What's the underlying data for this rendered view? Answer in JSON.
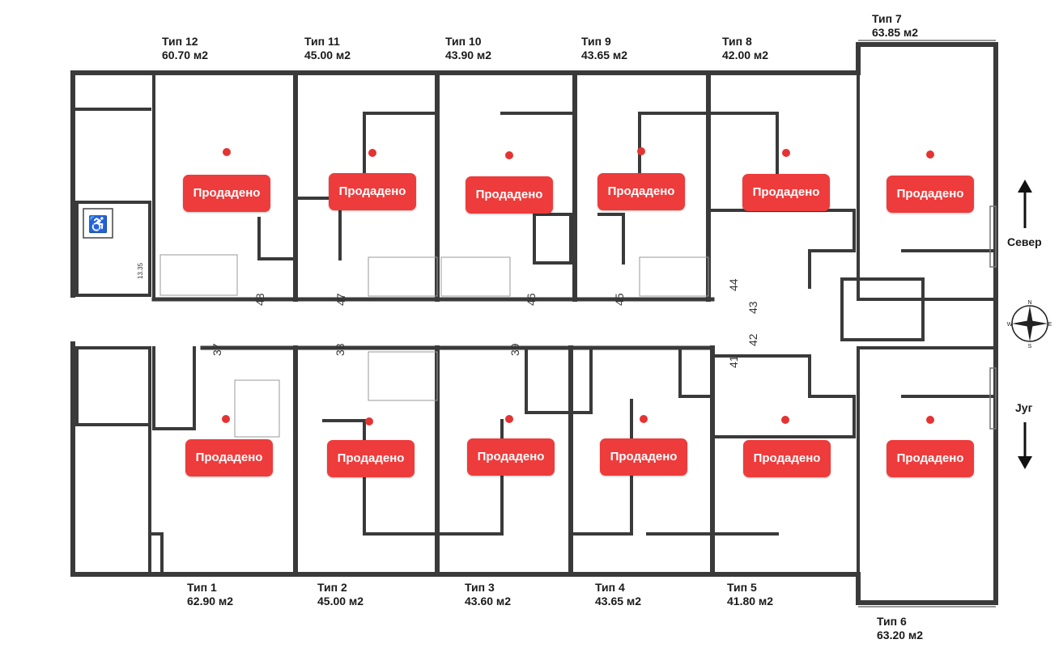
{
  "units": [
    {
      "type": "Тип 12",
      "area": "60.70 м2",
      "status": "Продадено"
    },
    {
      "type": "Тип 11",
      "area": "45.00 м2",
      "status": "Продадено"
    },
    {
      "type": "Тип 10",
      "area": "43.90 м2",
      "status": "Продадено"
    },
    {
      "type": "Тип 9",
      "area": "43.65 м2",
      "status": "Продадено"
    },
    {
      "type": "Тип 8",
      "area": "42.00 м2",
      "status": "Продадено"
    },
    {
      "type": "Тип 7",
      "area": "63.85 м2",
      "status": "Продадено"
    },
    {
      "type": "Тип 1",
      "area": "62.90 м2",
      "status": "Продадено"
    },
    {
      "type": "Тип 2",
      "area": "45.00 м2",
      "status": "Продадено"
    },
    {
      "type": "Тип 3",
      "area": "43.60 м2",
      "status": "Продадено"
    },
    {
      "type": "Тип 4",
      "area": "43.65 м2",
      "status": "Продадено"
    },
    {
      "type": "Тип 5",
      "area": "41.80 м2",
      "status": "Продадено"
    },
    {
      "type": "Тип 6",
      "area": "63.20 м2",
      "status": "Продадено"
    }
  ],
  "door_numbers": [
    "48",
    "47",
    "46",
    "45",
    "44",
    "43",
    "42",
    "41",
    "37",
    "38",
    "39"
  ],
  "compass": {
    "north": "Север",
    "south": "Југ",
    "n": "N",
    "s": "S",
    "e": "E",
    "w": "W"
  },
  "stair_note": "13.35",
  "colors": {
    "sold_badge": "#ee3b3b",
    "wall": "#3a3a3a"
  }
}
